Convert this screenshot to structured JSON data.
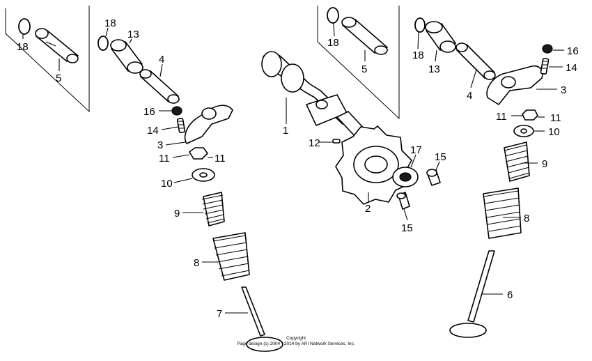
{
  "diagram": {
    "callouts": {
      "c18a": "18",
      "c5a": "5",
      "c18b": "18",
      "c13a": "13",
      "c4a": "4",
      "c16a": "16",
      "c14a": "14",
      "c3a": "3",
      "c11a": "11",
      "c11b": "11",
      "c10a": "10",
      "c9a": "9",
      "c8a": "8",
      "c7": "7",
      "c1": "1",
      "c12": "12",
      "c2": "2",
      "c17": "17",
      "c15a": "15",
      "c15b": "15",
      "c18c": "18",
      "c5b": "5",
      "c18d": "18",
      "c13b": "13",
      "c4b": "4",
      "c16b": "16",
      "c14b": "14",
      "c3b": "3",
      "c11c": "11",
      "c11d": "11",
      "c10b": "10",
      "c9b": "9",
      "c8b": "8",
      "c6": "6"
    },
    "copyright": {
      "line1": "Copyright",
      "line2": "Page design (c) 2004 - 2014 by ARI Network Services, Inc."
    }
  }
}
